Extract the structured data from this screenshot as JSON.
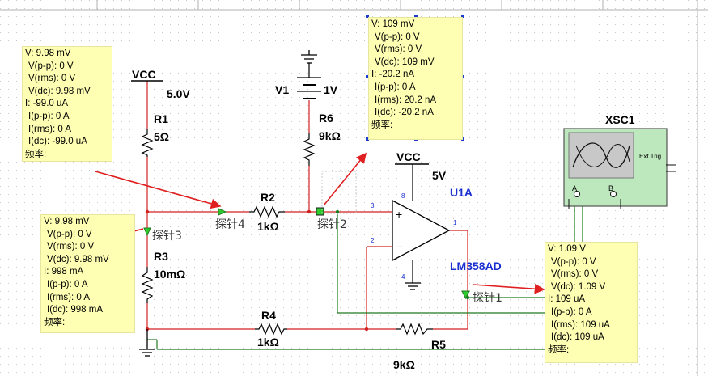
{
  "power": {
    "vcc1": {
      "name": "VCC",
      "value": "5.0V"
    },
    "vcc2": {
      "name": "VCC",
      "value": "5V"
    },
    "v1": {
      "name": "V1",
      "value": "1V"
    }
  },
  "resistors": {
    "r1": {
      "name": "R1",
      "value": "5Ω"
    },
    "r2": {
      "name": "R2",
      "value": "1kΩ"
    },
    "r3": {
      "name": "R3",
      "value": "10mΩ"
    },
    "r4": {
      "name": "R4",
      "value": "1kΩ"
    },
    "r5": {
      "name": "R5",
      "value": "9kΩ"
    },
    "r6": {
      "name": "R6",
      "value": "9kΩ"
    }
  },
  "opamp": {
    "ref": "U1A",
    "model": "LM358AD",
    "pin1": "1",
    "pin2": "2",
    "pin3": "3",
    "pin4": "4",
    "pin8": "8"
  },
  "scope": {
    "name": "XSC1",
    "ext_trig": "Ext Trig",
    "ch_a": "A",
    "ch_b": "B"
  },
  "probes": [
    "探针1",
    "探针2",
    "探针3",
    "探针4"
  ],
  "notes": {
    "probe1": [
      "V: 1.09 V",
      "V(p-p): 0 V",
      "V(rms): 0 V",
      "V(dc): 1.09 V",
      "I: 109 uA",
      "I(p-p): 0 A",
      "I(rms): 109 uA",
      "I(dc): 109 uA",
      "频率:"
    ],
    "probe2": [
      "V: 109 mV",
      "V(p-p): 0 V",
      "V(rms): 0 V",
      "V(dc): 109 mV",
      "I: -20.2 nA",
      "I(p-p): 0 A",
      "I(rms): 20.2 nA",
      "I(dc): -20.2 nA",
      "频率:"
    ],
    "probe3": [
      "V: 9.98 mV",
      "V(p-p): 0 V",
      "V(rms): 0 V",
      "V(dc): 9.98 mV",
      "I: 998 mA",
      "I(p-p): 0 A",
      "I(rms): 0 A",
      "I(dc): 998 mA",
      "频率:"
    ],
    "probe4": [
      "V: 9.98 mV",
      "V(p-p): 0 V",
      "V(rms): 0 V",
      "V(dc): 9.98 mV",
      "I: -99.0 uA",
      "I(p-p): 0 A",
      "I(rms): 0 A",
      "I(dc): -99.0 uA",
      "频率:"
    ]
  },
  "colors": {
    "wire": "#d42020",
    "ground_wire": "#1e7a1e",
    "note_bg": "#ffffb3",
    "arrow": "#e02020",
    "label_blue": "#1a2fd0"
  }
}
